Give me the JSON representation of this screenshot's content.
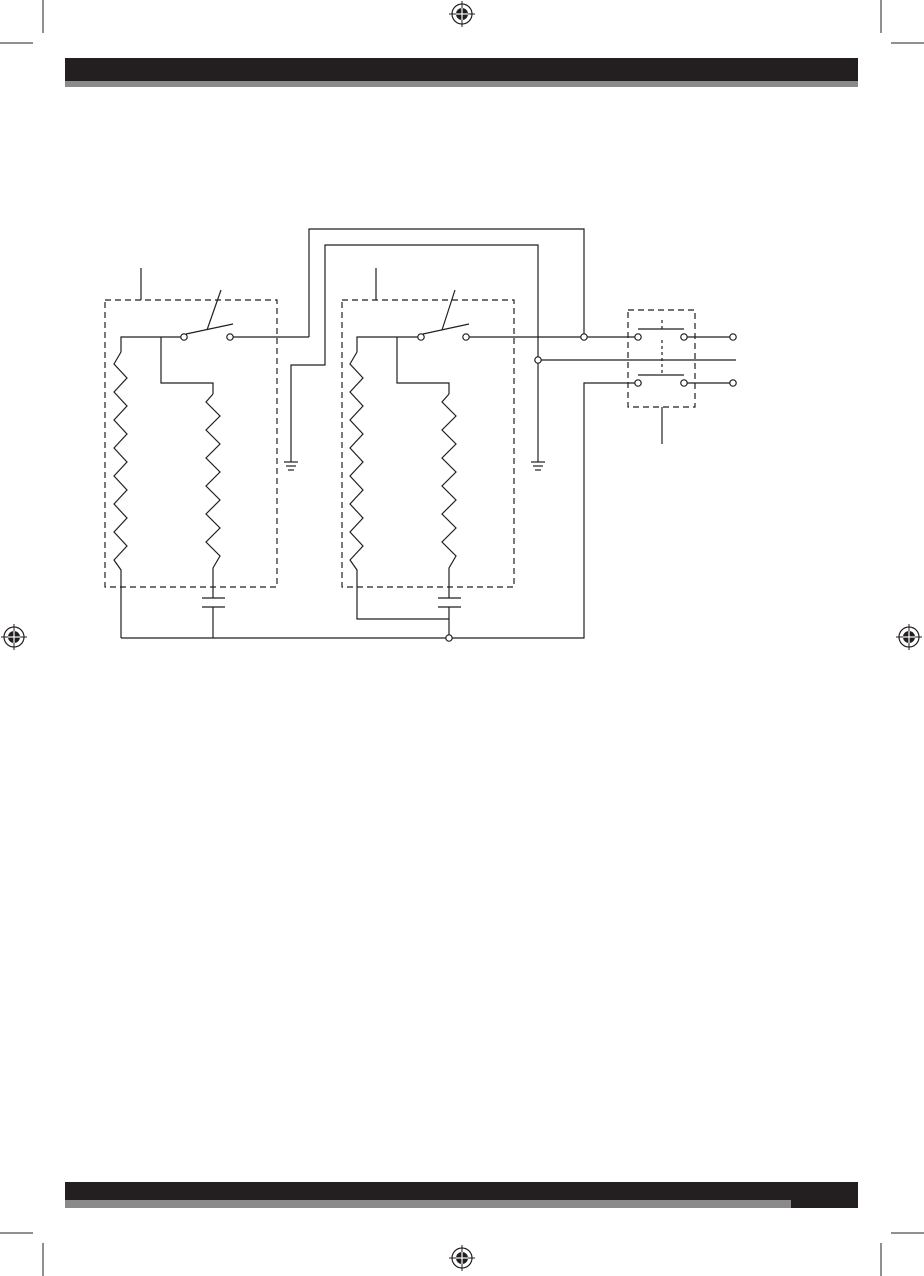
{
  "page": {
    "background": "#ffffff",
    "header_bar_color": "#231f20",
    "accent_rule_color": "#8a8a8a",
    "line_color": "#231f20"
  },
  "registration_marks": {
    "icon": "crosshair-registration-icon",
    "positions": [
      "top-center",
      "middle-left",
      "middle-right",
      "bottom-center"
    ]
  },
  "diagram": {
    "description_free": true,
    "components": {
      "heating_units": 2,
      "resistors_per_unit": 2,
      "switches_per_unit": 1,
      "capacitors_per_unit": 1,
      "ground_symbols": 2,
      "terminal_block_switches": 2,
      "output_terminals": 3
    }
  }
}
